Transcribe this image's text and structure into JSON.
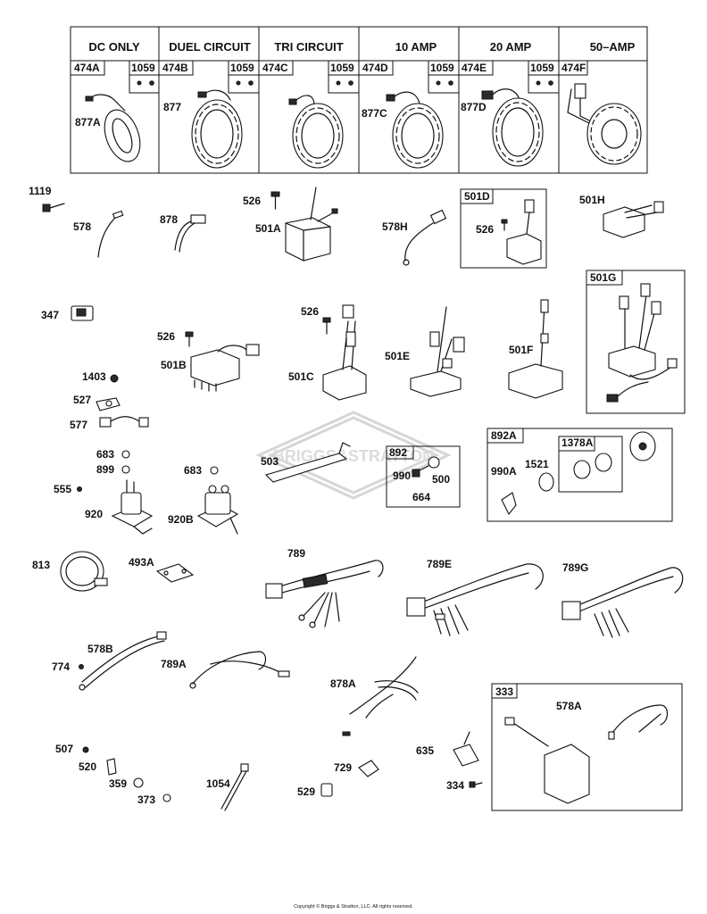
{
  "header_row": {
    "columns": [
      "DC ONLY",
      "DUEL CIRCUIT",
      "TRI CIRCUIT",
      "10 AMP",
      "20 AMP",
      "50–AMP"
    ],
    "sub_labels": [
      "474A",
      "474B",
      "474C",
      "474D",
      "474E",
      "474F"
    ],
    "screw_label": "1059",
    "part_labels": [
      "877A",
      "877",
      "",
      "877C",
      "877D",
      ""
    ]
  },
  "callouts": {
    "p1119": "1119",
    "p578": "578",
    "p878": "878",
    "p526a": "526",
    "p501A": "501A",
    "p578H": "578H",
    "p501D": "501D",
    "p526b": "526",
    "p501H": "501H",
    "p347": "347",
    "p526c": "526",
    "p501B": "501B",
    "p526d": "526",
    "p501C": "501C",
    "p501E": "501E",
    "p501F": "501F",
    "p501G": "501G",
    "p1403": "1403",
    "p527": "527",
    "p577": "577",
    "p683a": "683",
    "p899": "899",
    "p555": "555",
    "p920": "920",
    "p683b": "683",
    "p920B": "920B",
    "p503": "503",
    "p892": "892",
    "p990": "990",
    "p500": "500",
    "p664": "664",
    "p892A": "892A",
    "p1378A": "1378A",
    "p990A": "990A",
    "p1521": "1521",
    "p813": "813",
    "p493A": "493A",
    "p789": "789",
    "p789E": "789E",
    "p789G": "789G",
    "p578B": "578B",
    "p774": "774",
    "p789A": "789A",
    "p878A": "878A",
    "p333": "333",
    "p578A": "578A",
    "p507": "507",
    "p520": "520",
    "p359": "359",
    "p373": "373",
    "p1054": "1054",
    "p729": "729",
    "p529": "529",
    "p635": "635",
    "p334": "334"
  },
  "watermark": "BRIGGS&STRATTON",
  "copyright": "Copyright © Briggs & Stratton, LLC. All rights reserved."
}
